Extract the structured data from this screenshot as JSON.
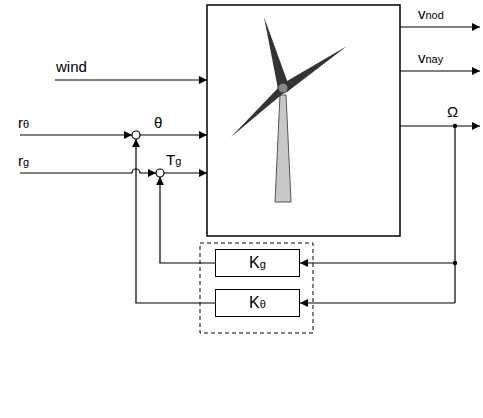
{
  "diagram": {
    "nodes": [
      {
        "text": [
          "Kg"
        ]
      },
      {
        "text": [
          "Kθ"
        ]
      }
    ],
    "labels": [
      "wind",
      "rθ",
      "θ",
      "rg",
      "Tg",
      "vnod",
      "vnay",
      "Ω"
    ]
  }
}
